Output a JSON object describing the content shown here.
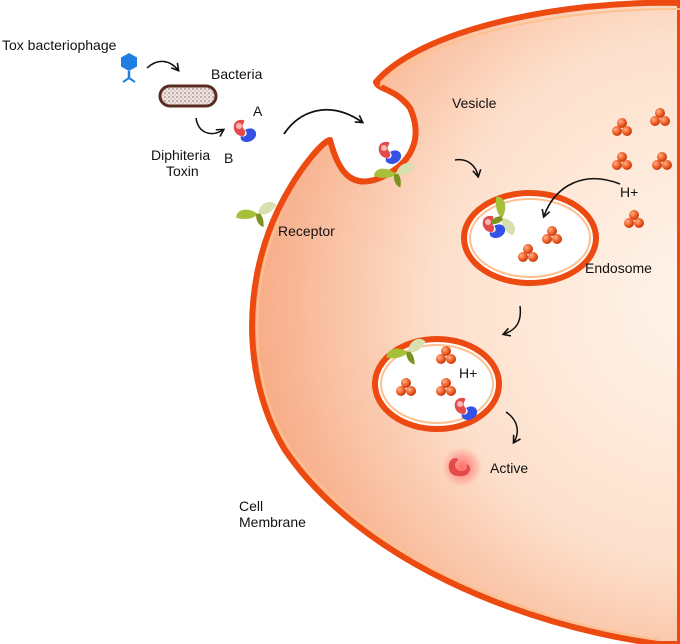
{
  "labels": {
    "tox_bacteriophage": "Tox bacteriophage",
    "bacteria": "Bacteria",
    "subunit_a": "A",
    "subunit_b": "B",
    "toxin_line1": "Diphiteria",
    "toxin_line2": "Toxin",
    "receptor": "Receptor",
    "vesicle": "Vesicle",
    "h_plus_cytoplasm": "H+",
    "endosome": "Endosome",
    "h_plus_endosome": "H+",
    "active": "Active",
    "membrane_line1": "Cell",
    "membrane_line2": "Membrane"
  },
  "icons": [
    "bacteriophage-icon",
    "bacterium-icon",
    "toxin-icon",
    "receptor-icon",
    "proton-cluster-icon"
  ],
  "colors": {
    "membrane": "#ee4e12",
    "membrane_inner": "#ffb27a",
    "cytoplasm_edge": "#f8b08a",
    "cytoplasm_center": "#fff5ec",
    "proton": "#e8531a",
    "toxin_blue": "#2b45e0",
    "toxin_red": "#e23b3b",
    "receptor_green": "#8aa824",
    "phage_blue": "#1e7fe0",
    "bacterium": "#6b3a2e"
  }
}
